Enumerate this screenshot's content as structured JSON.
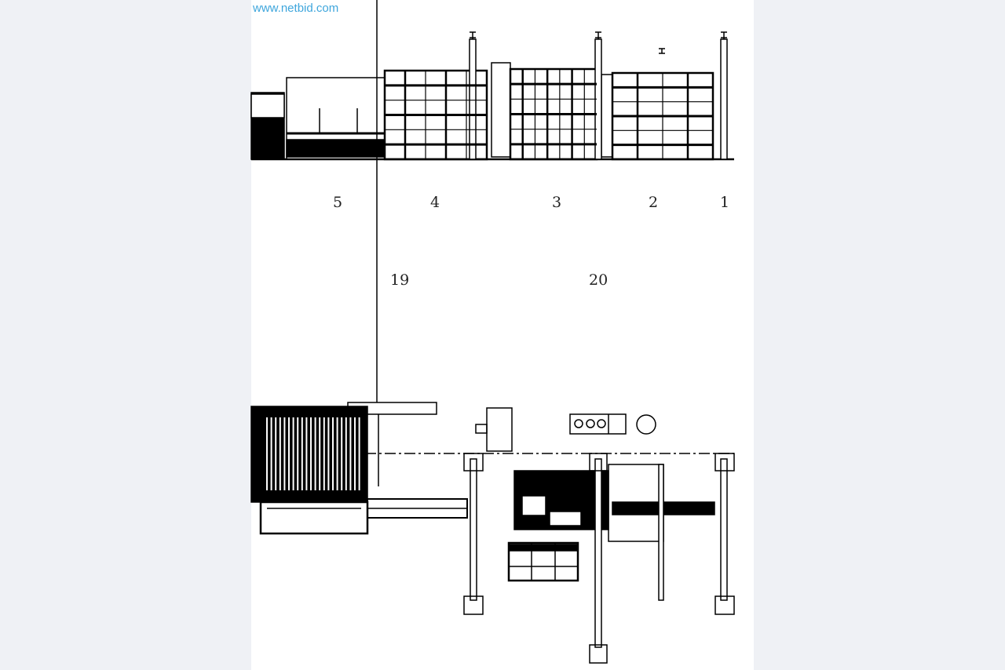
{
  "watermark": "www.netbid.com",
  "elevation_labels": [
    "5",
    "4",
    "3",
    "2",
    "1"
  ],
  "plan_labels": [
    "19",
    "20"
  ],
  "colors": {
    "background": "#eff1f5",
    "sheet": "#ffffff",
    "watermark": "#3fa6dc",
    "drawing": "#000000"
  }
}
